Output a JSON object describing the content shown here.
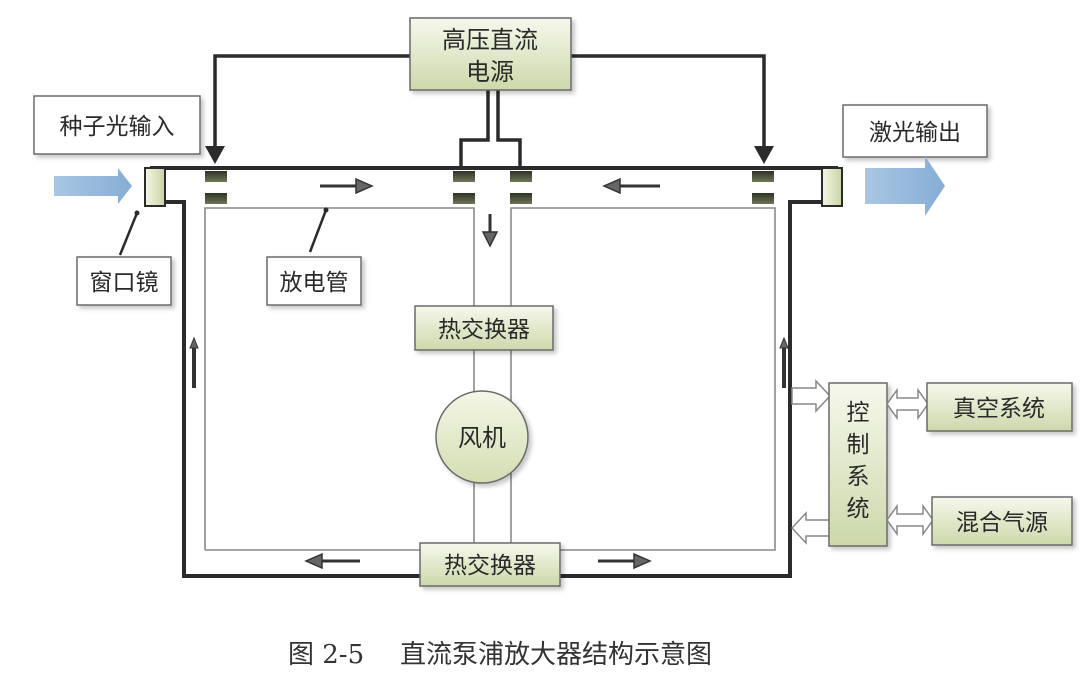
{
  "diagram": {
    "title": "直流泵浦放大器结构示意图",
    "figure_number": "图 2-5",
    "colors": {
      "line_dark": "#2b2b2b",
      "line_thin": "#8a8a8a",
      "box_fill_top": "#f4f6e8",
      "box_fill_bottom": "#cfd9ae",
      "electrode": "#4a4f3a",
      "beam_blue": "#8fb4d8"
    },
    "nodes": {
      "hv_power": {
        "line1": "高压直流",
        "line2": "电源"
      },
      "seed_input": "种子光输入",
      "laser_output": "激光输出",
      "window_mirror": "窗口镜",
      "discharge_tube": "放电管",
      "heat_exchanger_top": "热交换器",
      "fan": "风机",
      "heat_exchanger_bottom": "热交换器",
      "control_system": "控制系统",
      "vacuum_system": "真空系统",
      "gas_source": "混合气源"
    },
    "edges": [
      {
        "from": "高压直流电源",
        "to": "左电极",
        "type": "arrow"
      },
      {
        "from": "高压直流电源",
        "to": "右电极",
        "type": "arrow"
      },
      {
        "from": "高压直流电源",
        "to": "中间电极",
        "type": "line"
      },
      {
        "from": "种子光输入",
        "to": "窗口镜",
        "type": "beam"
      },
      {
        "from": "窗口镜",
        "to": "激光输出",
        "type": "beam"
      },
      {
        "from": "控制系统",
        "to": "真空系统",
        "type": "double-arrow"
      },
      {
        "from": "控制系统",
        "to": "混合气源",
        "type": "double-arrow"
      },
      {
        "from": "放大器",
        "to": "控制系统",
        "type": "hollow-arrow"
      },
      {
        "from": "控制系统",
        "to": "放大器",
        "type": "hollow-arrow"
      }
    ]
  }
}
